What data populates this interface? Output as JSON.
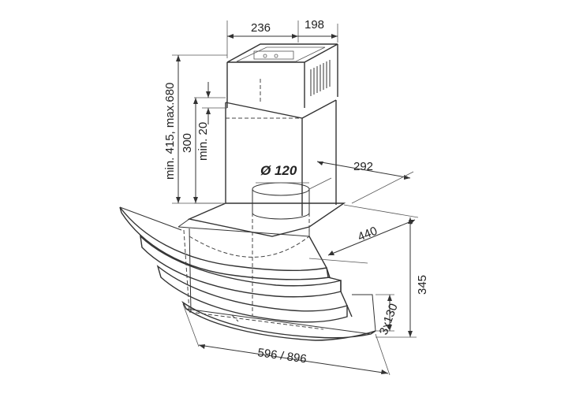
{
  "dimensions": {
    "chimney_width": "236",
    "chimney_depth": "198",
    "chimney_height": "min. 415, max.680",
    "chimney_overlap_height": "300",
    "chimney_min_offset": "min. 20",
    "duct_diameter": "Ø 120",
    "duct_offset": "292",
    "hood_depth": "440",
    "hood_height": "345",
    "glass_panels": "3x130",
    "hood_width": "596 / 896"
  },
  "colors": {
    "line": "#333333",
    "background": "#ffffff",
    "glass_shade": "#e9e9e9"
  }
}
